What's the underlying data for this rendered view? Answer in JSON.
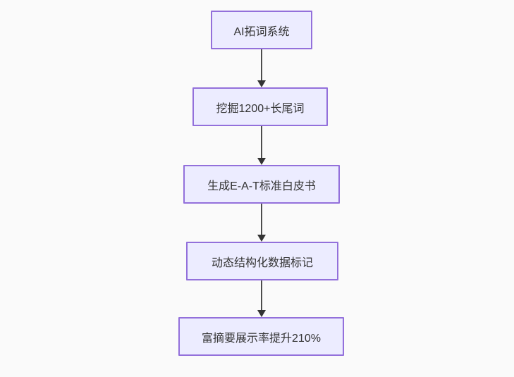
{
  "diagram": {
    "type": "flowchart",
    "direction": "top-down",
    "nodes": [
      {
        "id": "n1",
        "label": "AI拓词系统"
      },
      {
        "id": "n2",
        "label": "挖掘1200+长尾词"
      },
      {
        "id": "n3",
        "label": "生成E-A-T标准白皮书"
      },
      {
        "id": "n4",
        "label": "动态结构化数据标记"
      },
      {
        "id": "n5",
        "label": "富摘要展示率提升210%"
      }
    ],
    "edges": [
      {
        "from": "n1",
        "to": "n2",
        "style": "arrow-down"
      },
      {
        "from": "n2",
        "to": "n3",
        "style": "arrow-down"
      },
      {
        "from": "n3",
        "to": "n4",
        "style": "arrow-down"
      },
      {
        "from": "n4",
        "to": "n5",
        "style": "arrow-down"
      }
    ],
    "colors": {
      "background": "#FAFAFA",
      "node_fill": "#ECECFF",
      "node_border": "#9370DB",
      "node_text": "#333333",
      "edge_line": "#4D4D4D",
      "edge_arrowhead": "#333333"
    }
  }
}
